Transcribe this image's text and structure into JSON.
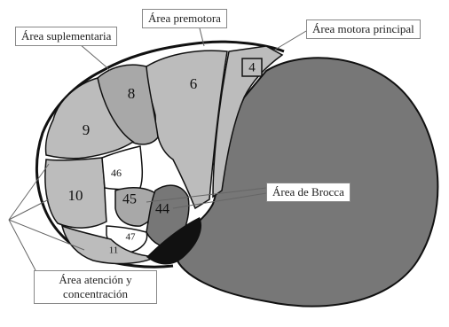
{
  "labels": {
    "premotora": "Área premotora",
    "suplementaria": "Área suplementaria",
    "motora": "Área motora principal",
    "broca": "Área de Brocca",
    "atencion_line1": "Área atención y",
    "atencion_line2": "concentración"
  },
  "regions": {
    "r4": "4",
    "r6": "6",
    "r8": "8",
    "r9": "9",
    "r10": "10",
    "r11": "11",
    "r44": "44",
    "r45": "45",
    "r46": "46",
    "r47": "47"
  },
  "colors": {
    "dark_lobe": "#777777",
    "light_region": "#bcbcbc",
    "mid_region": "#a8a8a8",
    "white_region": "#ffffff",
    "outline": "#111111"
  }
}
